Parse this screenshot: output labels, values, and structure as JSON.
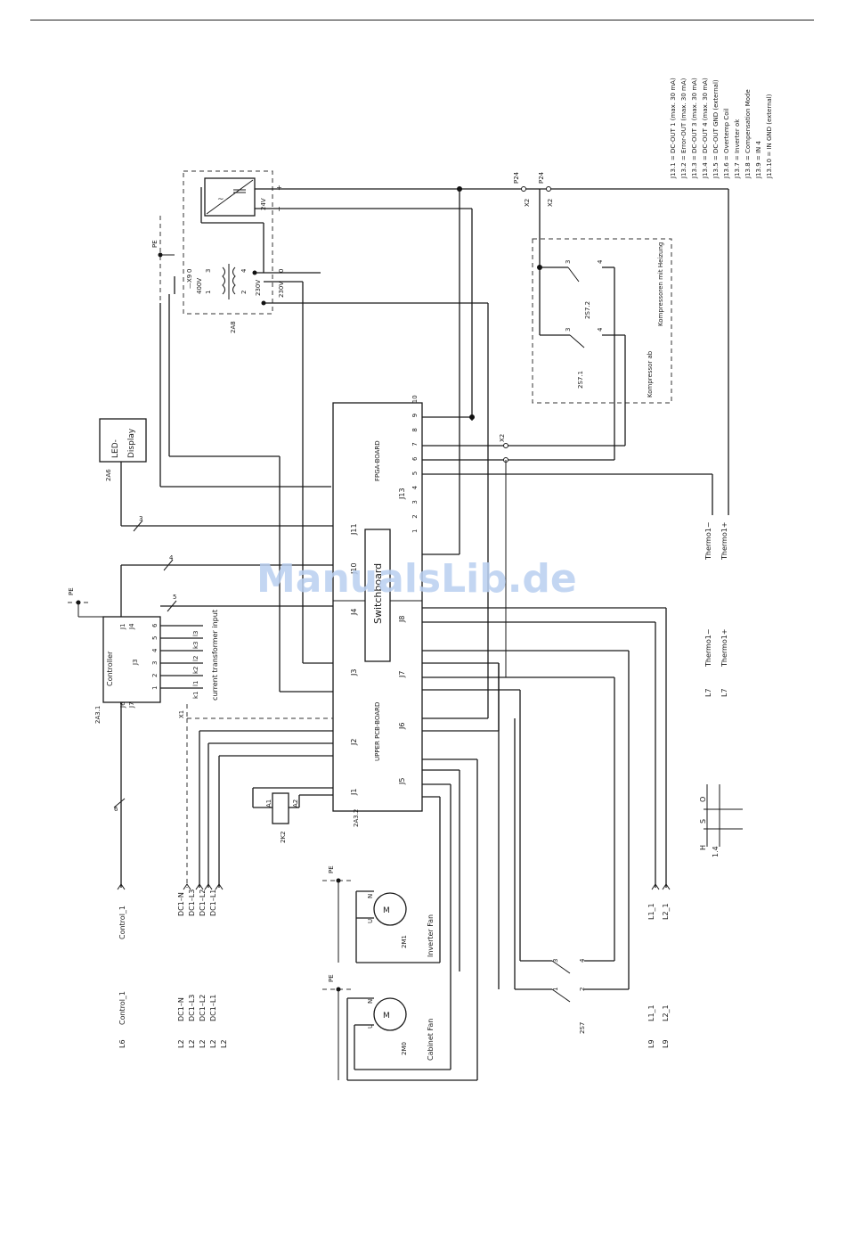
{
  "watermark": "ManualsLib.de",
  "legend": [
    "J13.1 = DC-OUT 1 (max. 30 mA)",
    "J13.2 = Error-OUT (max. 30 mA)",
    "J13.3 = DC-OUT 3 (max. 30 mA)",
    "J13.4 = DC-OUT 4 (max. 30 mA)",
    "J13.5 = DC-OUT GND (external)",
    "J13.6 = Overtemp Coil",
    "J13.7 = Inverter ok",
    "J13.8 = Compensation Mode",
    "J13.9 = IN 4",
    "J13.10 = IN GND (external)"
  ],
  "boards": {
    "fpga_board": "FPGA-BOARD",
    "fpga_connector": "J13",
    "fpga_pins": [
      "1",
      "2",
      "3",
      "4",
      "5",
      "6",
      "7",
      "8",
      "9",
      "10"
    ],
    "upper_pcb": "UPPER PCB-BOARD",
    "upper_ref": "2A3.2",
    "switchboard": "Switchboard",
    "j11": "J11",
    "j10": "J10",
    "j4": "J4",
    "j8": "J8",
    "j3": "J3",
    "j7": "J7",
    "j6": "J6",
    "j2": "J2",
    "j5": "J5",
    "j1": "J1"
  },
  "controller": {
    "ref": "2A3.1",
    "label": "Controller",
    "connectors": [
      "J1",
      "J4",
      "J3",
      "J6",
      "J7"
    ],
    "pins": [
      "1",
      "2",
      "3",
      "4",
      "5",
      "6"
    ],
    "inputs": [
      "k1",
      "l1",
      "k2",
      "l2",
      "k3",
      "l3"
    ],
    "caption": "current transformer input",
    "x1": "X1"
  },
  "display": {
    "ref": "2A6",
    "label1": "LED-",
    "label2": "Display"
  },
  "transformer": {
    "ref": "2A8",
    "primary": [
      "0",
      "400V",
      "1",
      "3"
    ],
    "secondary": [
      "2",
      "4",
      "230V",
      "230V",
      "0"
    ],
    "x9": "—X9",
    "dc": [
      "24V",
      "+",
      "−"
    ]
  },
  "relay": {
    "ref": "2K2",
    "a1": "A1",
    "a2": "A2"
  },
  "fans": [
    {
      "ref": "2M1",
      "name": "Inverter Fan",
      "motor": "M",
      "u": "U",
      "n": "N",
      "pe": "PE"
    },
    {
      "ref": "2M0",
      "name": "Cabinet Fan",
      "motor": "M",
      "u": "U",
      "n": "N",
      "pe": "PE"
    }
  ],
  "thermostats": [
    {
      "ref": "2S7",
      "pins": [
        "1",
        "2",
        "3",
        "4"
      ]
    },
    {
      "ref": "2S7.1",
      "pins": [
        "3",
        "4"
      ]
    },
    {
      "ref": "2S7.2",
      "pins": [
        "3",
        "4"
      ]
    }
  ],
  "option_box": {
    "line1": "Kompressor ab",
    "line2": "Kompressoren mit Heizung"
  },
  "p24": [
    "P24",
    "P24"
  ],
  "x2": [
    "X2",
    "X2",
    "X2"
  ],
  "signals": {
    "control_1": "Control_1",
    "l6": "L6",
    "dc_left": [
      "DC1–N",
      "DC1–L3",
      "DC1–L2",
      "DC1–L1"
    ],
    "dc_right": [
      "DC1–N",
      "DC1–L3",
      "DC1–L2",
      "DC1–L1"
    ],
    "l2": "L2",
    "l1_1": "L1_1",
    "l2_1": "L2_1",
    "l9": "L9",
    "l7": "L7",
    "thermo": [
      "Thermo1−",
      "Thermo1+"
    ],
    "wire_numbers": [
      "3",
      "4",
      "5",
      "6",
      "3"
    ]
  },
  "hso": {
    "h": "H",
    "s": "S",
    "o": "O",
    "sheet": "1.4"
  },
  "pe": "PE"
}
